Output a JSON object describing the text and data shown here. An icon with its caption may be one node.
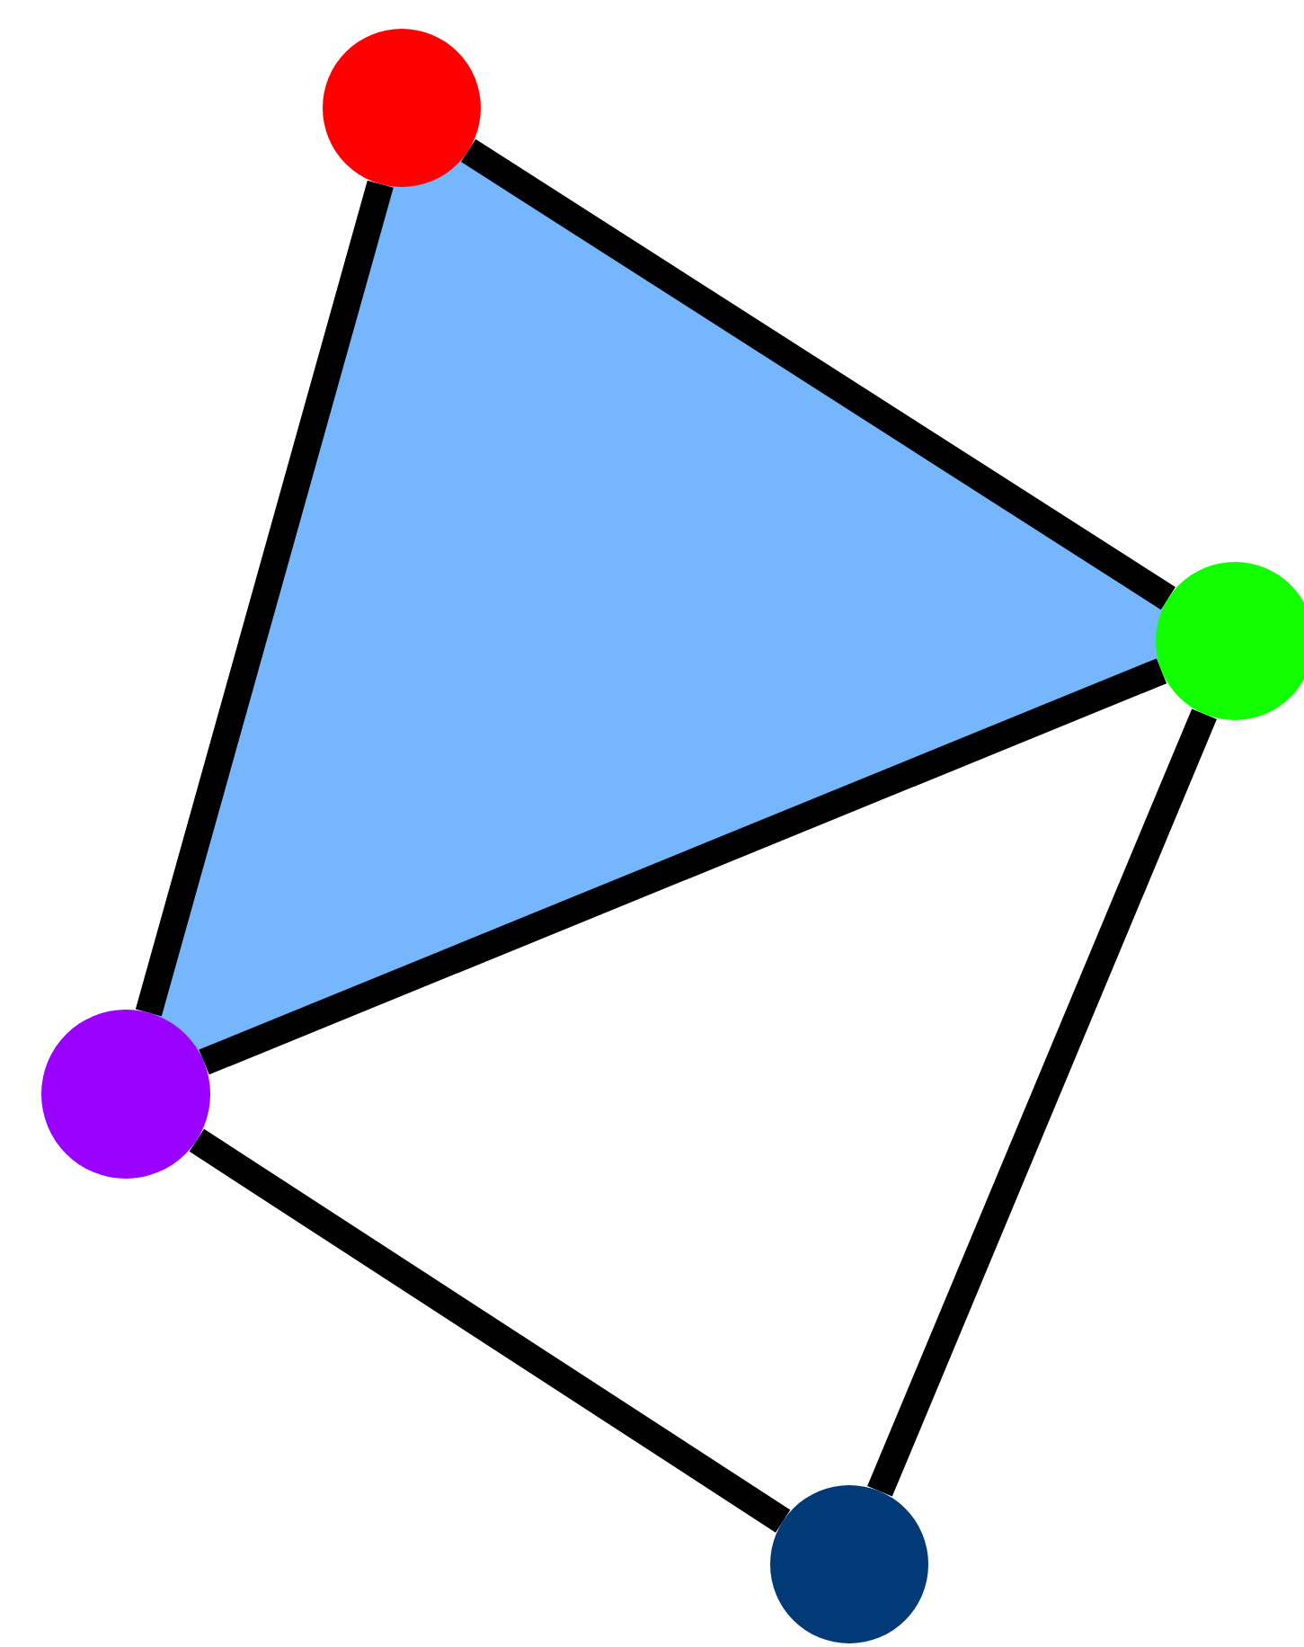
{
  "diagram": {
    "nodes": [
      {
        "text": [],
        "shape": "circle"
      },
      {
        "text": [],
        "shape": "circle"
      },
      {
        "text": [],
        "shape": "circle"
      },
      {
        "text": [],
        "shape": "circle"
      }
    ],
    "edges": [
      {
        "from": 0,
        "to": 1,
        "arrow": "none"
      },
      {
        "from": 0,
        "to": 2,
        "arrow": "none"
      },
      {
        "from": 1,
        "to": 2,
        "arrow": "none"
      },
      {
        "from": 1,
        "to": 3,
        "arrow": "none"
      },
      {
        "from": 2,
        "to": 3,
        "arrow": "none"
      }
    ]
  }
}
